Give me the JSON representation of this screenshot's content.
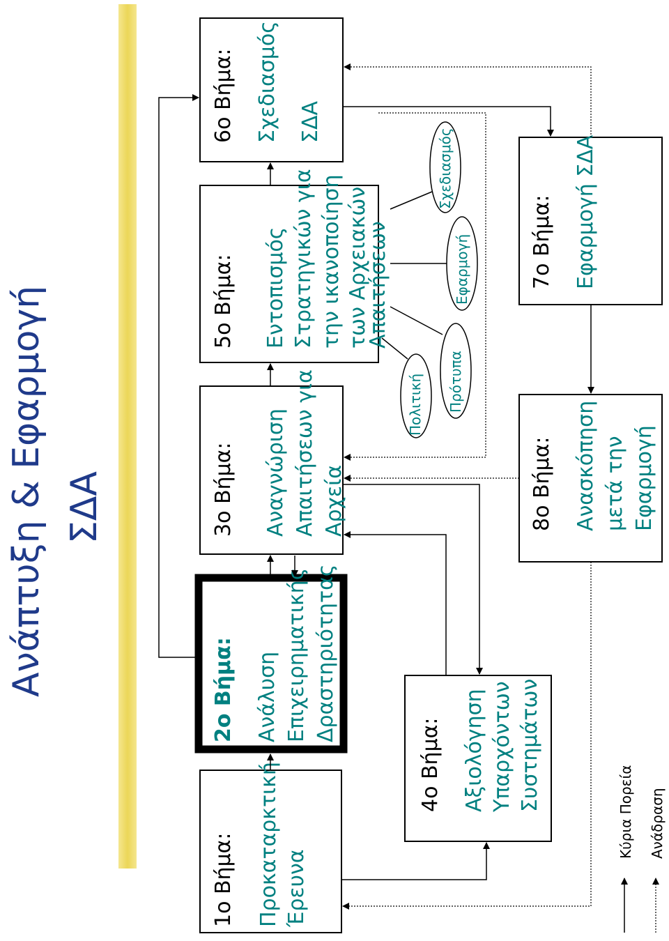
{
  "title": {
    "line1": "Ανάπτυξη & Εφαρμογή",
    "line2": "ΣΔΑ"
  },
  "steps": [
    {
      "label": "1ο Βήμα:",
      "lines": [
        "Προκαταρκτική",
        "Έρευνα"
      ]
    },
    {
      "label": "2ο Βήμα:",
      "lines": [
        "Ανάλυση",
        "Επιχειρηματικής",
        "Δραστηριότητας"
      ]
    },
    {
      "label": "3ο Βήμα:",
      "lines": [
        "Αναγνώριση",
        "Απαιτήσεων για",
        "Αρχεία"
      ]
    },
    {
      "label": "4ο Βήμα:",
      "lines": [
        "Αξιολόγηση",
        "Υπαρχόντων",
        "Συστημάτων"
      ]
    },
    {
      "label": "5ο Βήμα:",
      "lines": [
        "Εντοπισμός",
        "Στρατηγικών για",
        "την ικανοποίηση",
        "των Αρχειακών",
        "Απαιτήσεων"
      ]
    },
    {
      "label": "6ο Βήμα:",
      "lines": [
        "Σχεδιασμός",
        "ΣΔΑ"
      ]
    },
    {
      "label": "7ο Βήμα:",
      "lines": [
        "Εφαρμογή ΣΔΑ"
      ]
    },
    {
      "label": "8ο Βήμα:",
      "lines": [
        "Ανασκόπηση",
        "μετά την",
        "Εφαρμογή"
      ]
    }
  ],
  "strategies": [
    "Πολιτική",
    "Πρότυπα",
    "Εφαρμογή",
    "Σχεδιασμός"
  ],
  "legend": {
    "main": "Κύρια Πορεία",
    "feedback": "Ανάδραση"
  }
}
